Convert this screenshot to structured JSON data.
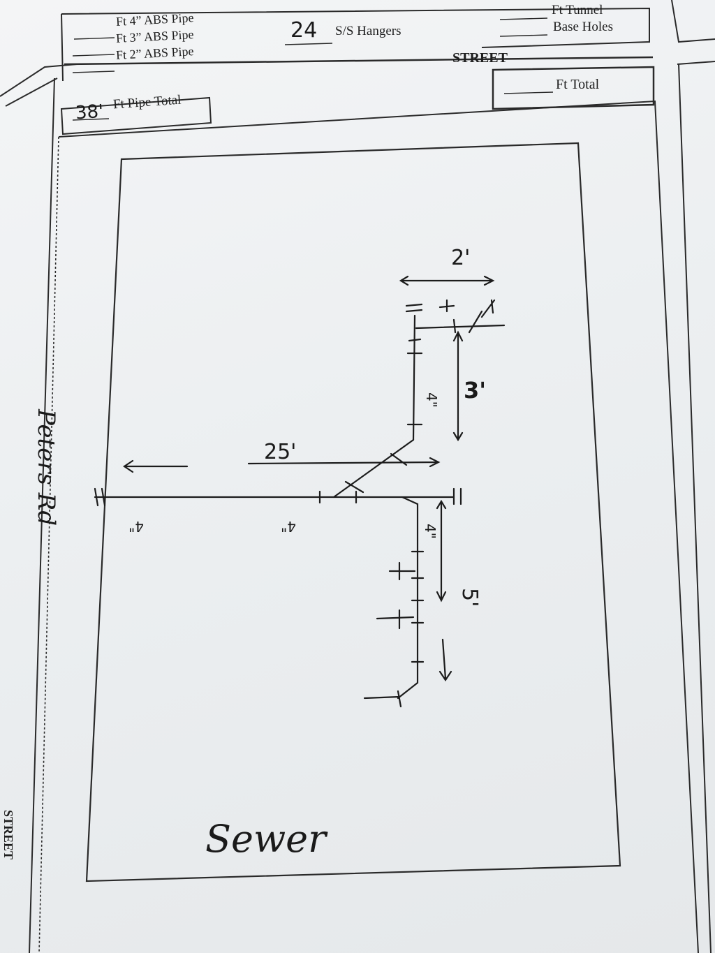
{
  "header": {
    "pipe_4": "Ft 4” ABS Pipe",
    "pipe_3": "Ft 3” ABS Pipe",
    "pipe_2": "Ft 2” ABS Pipe",
    "hangers_value": "24",
    "hangers_label": "S/S Hangers",
    "tunnel": "Ft Tunnel",
    "base_holes": "Base Holes",
    "street_top": "STREET",
    "ft_total": "Ft Total",
    "pipe_total_value": "38'",
    "pipe_total_label": "Ft Pipe Total",
    "street_side": "STREET"
  },
  "sketch": {
    "dim_top": "2'",
    "dim_upper": "3'",
    "dim_main": "25'",
    "dim_lower": "5'",
    "size_upper": "4\"",
    "size_lower": "4\"",
    "size_left_1": "4\"",
    "size_left_2": "4\"",
    "road": "Peters Rd",
    "sewer": "Sewer"
  }
}
